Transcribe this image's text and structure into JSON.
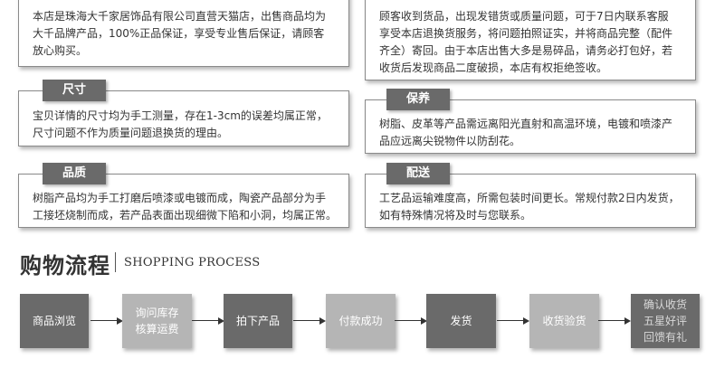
{
  "cards": {
    "authentic": {
      "text": "本店是珠海大千家居饰品有限公司直营天猫店，出售商品均为\n大千品牌产品，100%正品保证，享受专业售后保证，请顾客\n放心购买。"
    },
    "returns": {
      "text": "顾客收到货品，出现发错货或质量问题，可于7日内联系客服\n享受本店退换货服务，将问题拍照证实，并将商品完整（配件\n齐全）寄回。由于本店出售大多是易碎品，请务必打包好，若\n收货后发现商品二度破损，本店有权拒绝签收。"
    },
    "size": {
      "tag": "尺寸",
      "text": "宝贝详情的尺寸均为手工测量，存在1-3cm的误差均属正常，\n尺寸问题不作为质量问题退换货的理由。"
    },
    "care": {
      "tag": "保养",
      "text": "树脂、皮革等产品需远离阳光直射和高温环境，电镀和喷漆产\n品应远离尖锐物件以防刮花。"
    },
    "quality": {
      "tag": "品质",
      "text": "树脂产品均为手工打磨后喷漆或电镀而成，陶瓷产品部分为手\n工接坯烧制而成，若产品表面出现细微下陷和小洞，均属正常。"
    },
    "delivery": {
      "tag": "配送",
      "text": "工艺品运输难度高，所需包装时间更长。常规付款2日内发货，\n如有特殊情况将及时与您联系。"
    }
  },
  "process": {
    "title": "购物流程",
    "subtitle": "SHOPPING PROCESS",
    "steps": [
      {
        "label": "商品浏览"
      },
      {
        "label": "询问库存\n核算运费"
      },
      {
        "label": "拍下产品"
      },
      {
        "label": "付款成功"
      },
      {
        "label": "发货"
      },
      {
        "label": "收货验货"
      },
      {
        "label": "确认收货\n五星好评\n回馈有礼"
      }
    ]
  },
  "colors": {
    "tag_bg": "#6a6a6a",
    "step_dark": "#6a6a6a",
    "step_light": "#b5b5b5",
    "border": "#8a8a8a"
  }
}
